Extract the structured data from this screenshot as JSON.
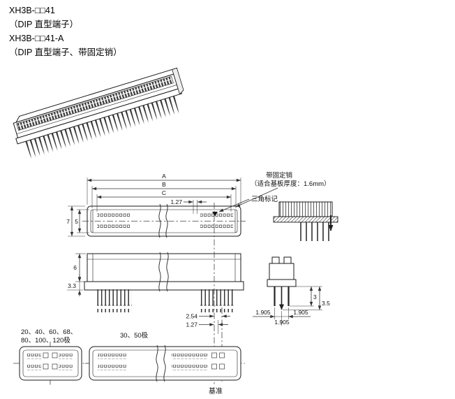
{
  "page": {
    "model1": "XH3B-□□41",
    "model1_desc": "（DIP 直型端子）",
    "model2": "XH3B-□□41-A",
    "model2_desc": "（DIP 直型端子、带固定销）"
  },
  "notes": {
    "fixing_pin_line1": "带固定销",
    "fixing_pin_line2": "（适合基板厚度：1.6mm）",
    "triangle_mark": "三角标记",
    "datum": "基准",
    "poles_group1_line1": "20、40、60、68、",
    "poles_group1_line2": "80、100、120极",
    "poles_group2": "30、50极"
  },
  "dims": {
    "A": "A",
    "B": "B",
    "C": "C",
    "pitch_127_top": "1.27",
    "h7": "7",
    "h5": "5",
    "h6": "6",
    "h33": "3.3",
    "pin3": "3",
    "pin35": "3.5",
    "p254": "2.54",
    "p127": "1.27",
    "p1905_left": "1.905",
    "p1905_mid": "1.905",
    "p1905_right": "1.905"
  }
}
